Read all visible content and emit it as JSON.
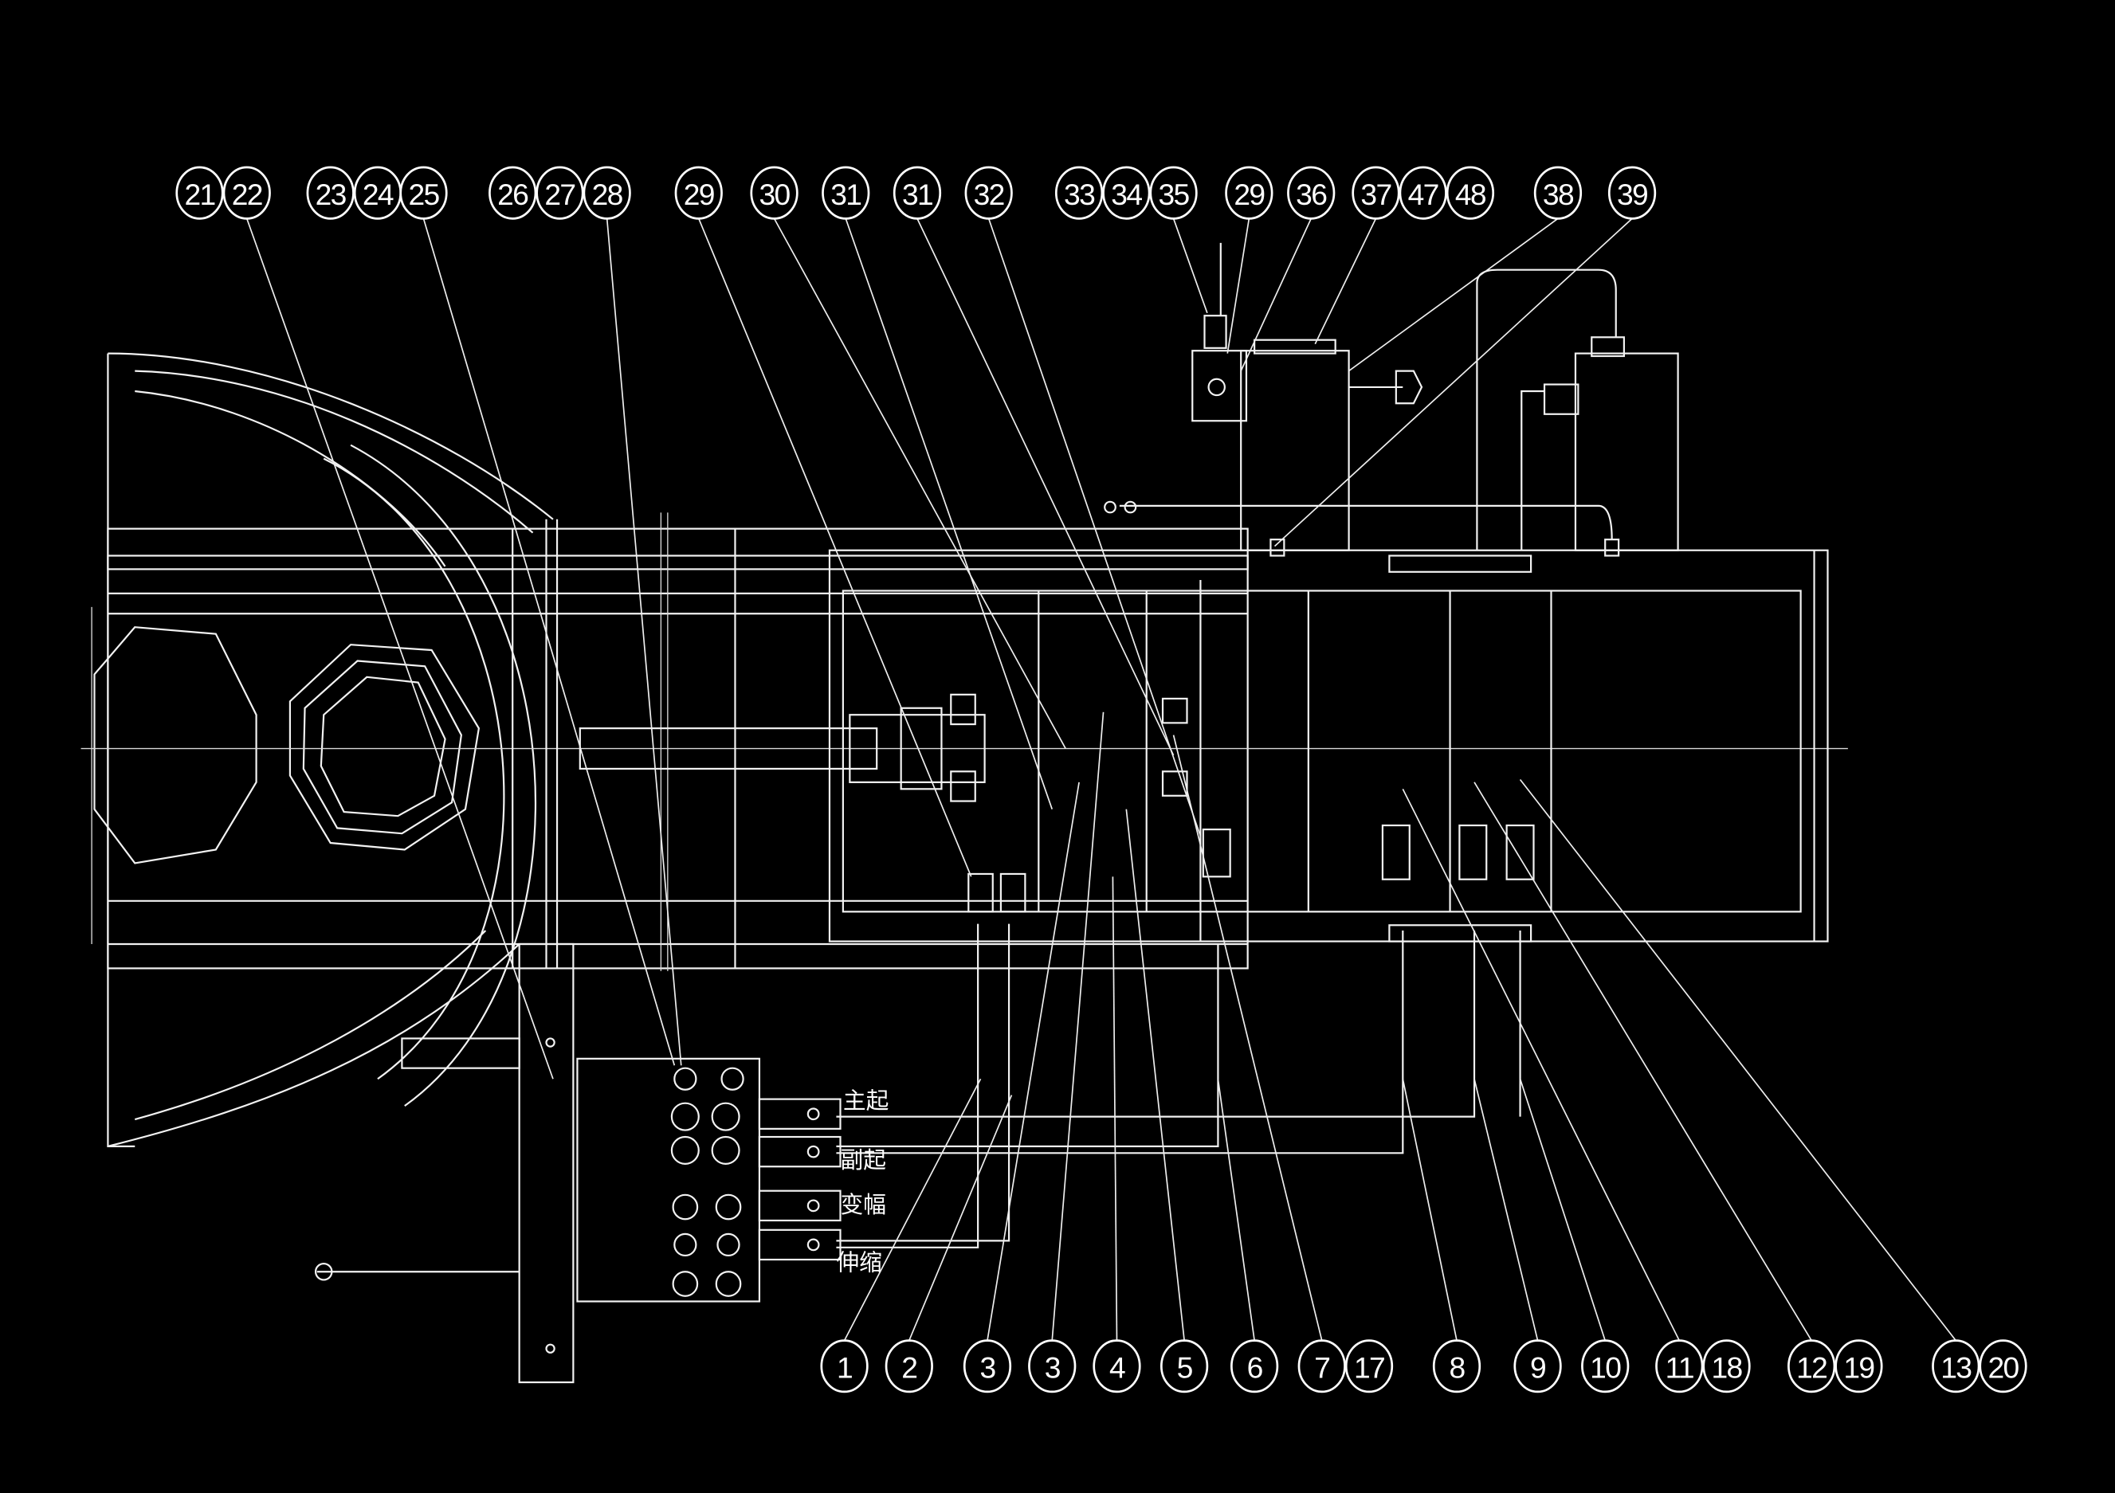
{
  "drawing": {
    "top_balloons": [
      "21",
      "22",
      "23",
      "24",
      "25",
      "26",
      "27",
      "28",
      "29",
      "30",
      "31",
      "31",
      "32",
      "33",
      "34",
      "35",
      "29",
      "36",
      "37",
      "47",
      "48",
      "38",
      "39"
    ],
    "bottom_balloons": [
      "1",
      "2",
      "3",
      "3",
      "4",
      "5",
      "6",
      "7",
      "17",
      "8",
      "9",
      "10",
      "11",
      "18",
      "12",
      "19",
      "13",
      "20"
    ],
    "valve_labels": [
      "主起",
      "副起",
      "变幅",
      "伸缩"
    ]
  }
}
